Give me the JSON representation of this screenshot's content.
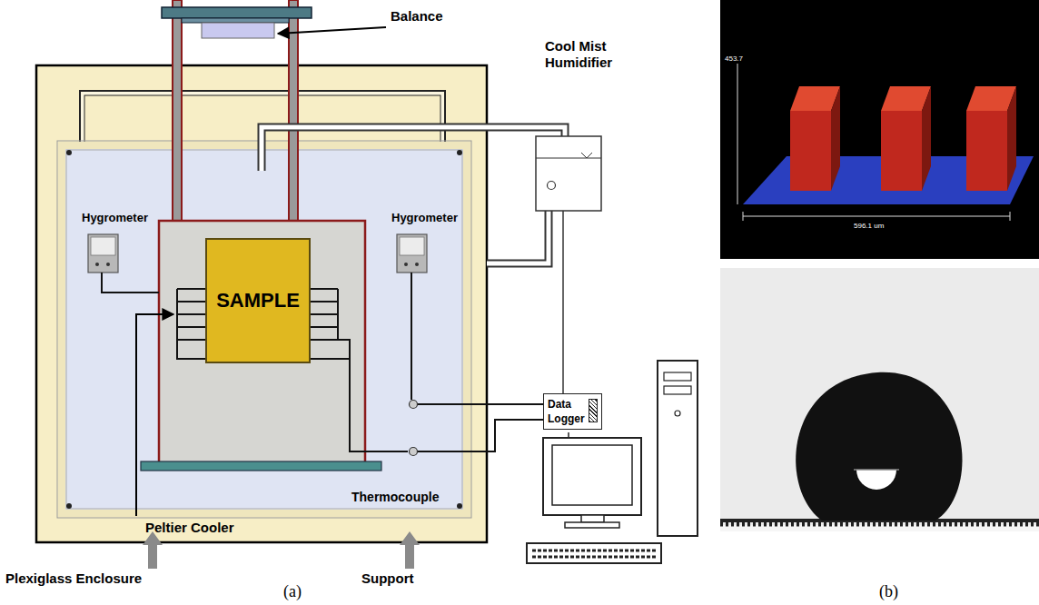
{
  "diagram": {
    "nodes": [
      {
        "text": [
          "SAMPLE"
        ]
      },
      {
        "text": [
          "Data Logger"
        ]
      }
    ],
    "labels": [
      "Balance",
      "Cool Mist Humidifier",
      "Hygrometer",
      "Hygrometer",
      "Peltier Cooler",
      "Thermocouple",
      "Plexiglass Enclosure",
      "Support",
      "453.7",
      "596.1 um",
      "(a)",
      "(b)"
    ]
  }
}
